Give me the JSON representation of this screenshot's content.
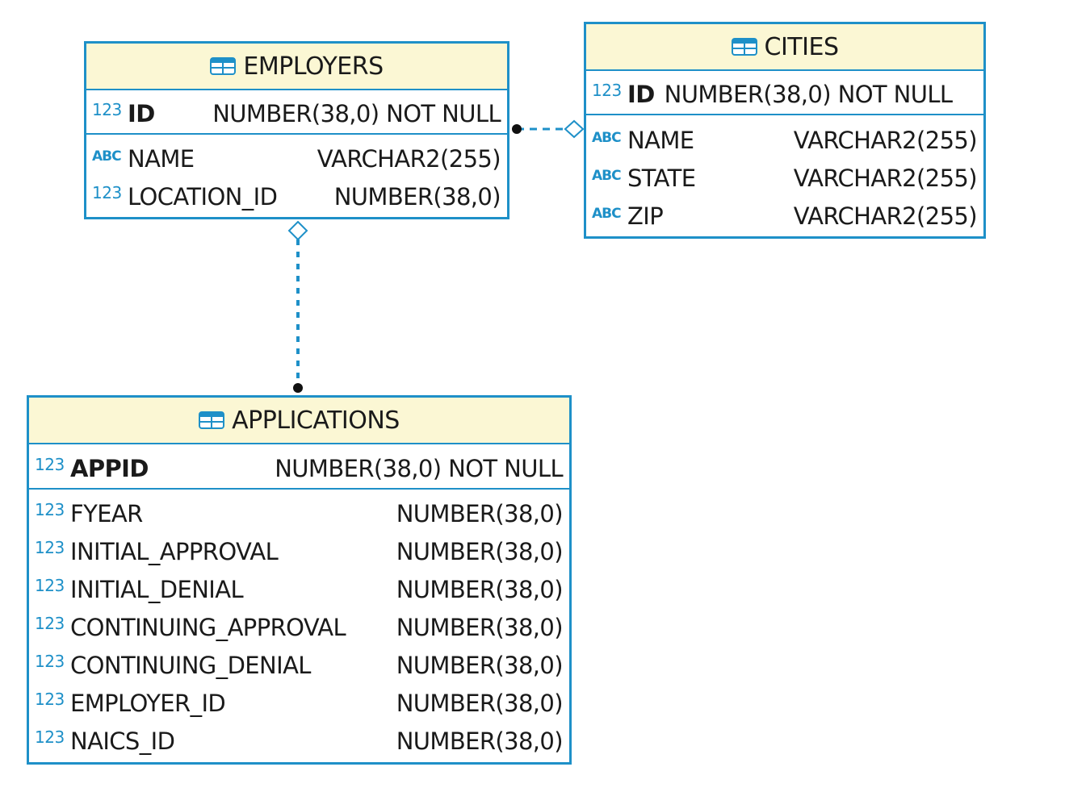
{
  "entities": {
    "employers": {
      "title": "EMPLOYERS",
      "pk": [
        {
          "icon": "123",
          "name": "ID",
          "type": "NUMBER(38,0) NOT NULL"
        }
      ],
      "columns": [
        {
          "icon": "ABC",
          "name": "NAME",
          "type": "VARCHAR2(255)"
        },
        {
          "icon": "123",
          "name": "LOCATION_ID",
          "type": "NUMBER(38,0)"
        }
      ]
    },
    "cities": {
      "title": "CITIES",
      "pk": [
        {
          "icon": "123",
          "name": "ID",
          "type": "NUMBER(38,0) NOT NULL"
        }
      ],
      "columns": [
        {
          "icon": "ABC",
          "name": "NAME",
          "type": "VARCHAR2(255)"
        },
        {
          "icon": "ABC",
          "name": "STATE",
          "type": "VARCHAR2(255)"
        },
        {
          "icon": "ABC",
          "name": "ZIP",
          "type": "VARCHAR2(255)"
        }
      ]
    },
    "applications": {
      "title": "APPLICATIONS",
      "pk": [
        {
          "icon": "123",
          "name": "APPID",
          "type": "NUMBER(38,0) NOT NULL"
        }
      ],
      "columns": [
        {
          "icon": "123",
          "name": "FYEAR",
          "type": "NUMBER(38,0)"
        },
        {
          "icon": "123",
          "name": "INITIAL_APPROVAL",
          "type": "NUMBER(38,0)"
        },
        {
          "icon": "123",
          "name": "INITIAL_DENIAL",
          "type": "NUMBER(38,0)"
        },
        {
          "icon": "123",
          "name": "CONTINUING_APPROVAL",
          "type": "NUMBER(38,0)"
        },
        {
          "icon": "123",
          "name": "CONTINUING_DENIAL",
          "type": "NUMBER(38,0)"
        },
        {
          "icon": "123",
          "name": "EMPLOYER_ID",
          "type": "NUMBER(38,0)"
        },
        {
          "icon": "123",
          "name": "NAICS_ID",
          "type": "NUMBER(38,0)"
        }
      ]
    }
  },
  "relationships": [
    {
      "from": "employers",
      "to": "cities",
      "style": "dashed",
      "from_end": "dot",
      "to_end": "diamond"
    },
    {
      "from": "employers",
      "to": "applications",
      "style": "dotted",
      "from_end": "diamond",
      "to_end": "dot"
    }
  ],
  "colors": {
    "border": "#1e90c8",
    "header_bg": "#fbf7d4",
    "icon": "#1e90c8",
    "connector": "#1e90c8"
  },
  "icons": {
    "table": "table-icon",
    "numeric": "numeric-type-icon",
    "text": "text-type-icon"
  }
}
